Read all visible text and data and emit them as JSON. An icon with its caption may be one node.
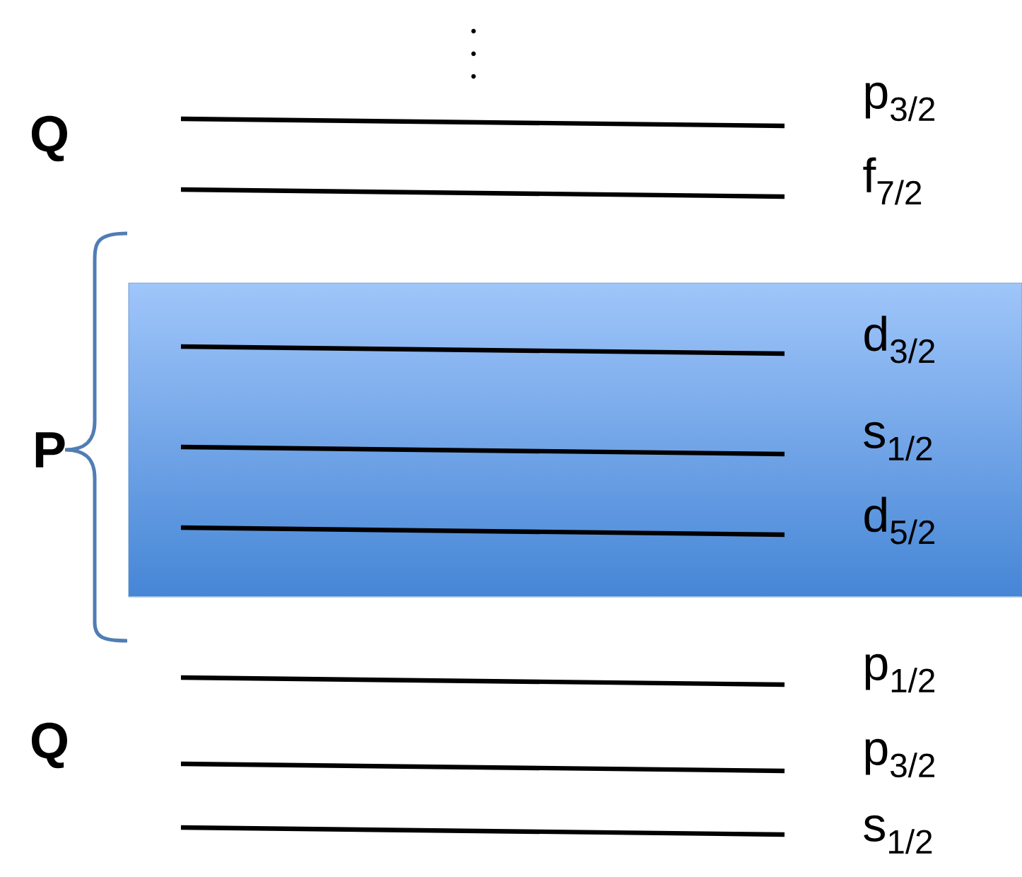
{
  "diagram": {
    "labels": [
      "p$_{3/2}$",
      "Q",
      "f$_{7/2}$",
      "d$_{3/2}$",
      "P",
      "s$_{1/2}$",
      "d$_{5/2}$",
      "p$_{1/2}$",
      "Q",
      "p$_{3/2}$",
      "s$_{1/2}$"
    ]
  }
}
